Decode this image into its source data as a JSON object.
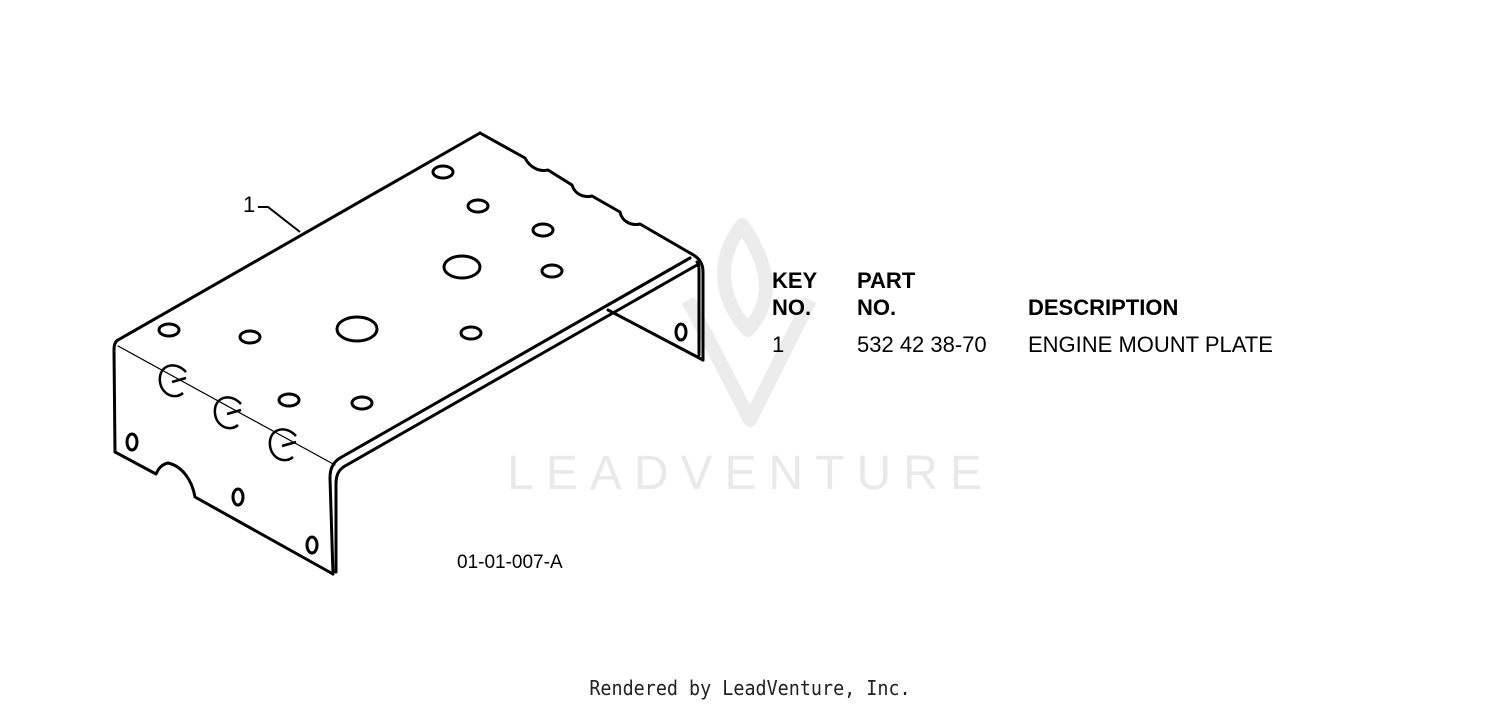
{
  "watermark": {
    "brand": "LEADVENTURE"
  },
  "callouts": [
    {
      "key": "1"
    }
  ],
  "drawing_code": "01-01-007-A",
  "parts_table": {
    "headers": {
      "key_line1": "KEY",
      "key_line2": "NO.",
      "part_line1": "PART",
      "part_line2": "NO.",
      "description": "DESCRIPTION"
    },
    "rows": [
      {
        "key": "1",
        "part_no": "532 42 38-70",
        "description": "ENGINE MOUNT PLATE"
      }
    ]
  },
  "footer": {
    "rendered_by": "Rendered by LeadVenture, Inc."
  }
}
